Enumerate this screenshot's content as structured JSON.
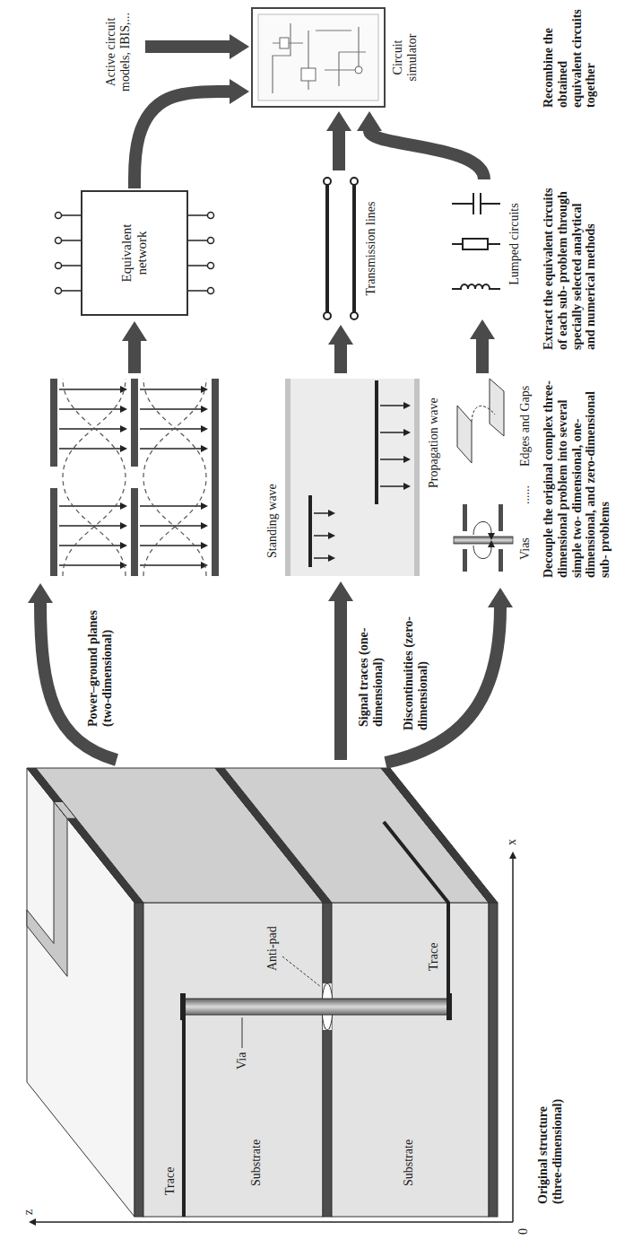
{
  "diagram": {
    "nodes": [
      {
        "text": [
          "Equivalent network"
        ]
      },
      {
        "text": [
          "Circuit simulator"
        ]
      }
    ],
    "edges": [
      {
        "from": 0,
        "to": 1,
        "arrow": "to"
      }
    ],
    "labels": [
      "Via",
      "Anti-pad",
      "Trace",
      "Substrate",
      "Substrate",
      "Trace",
      "z",
      "x",
      "0",
      "Original structure (three-dimensional)",
      "Power–ground planes (two-dimensional)",
      "Signal traces (one-dimensional)",
      "Discontinuities (zero-dimensional)",
      "Standing wave",
      "Propagation wave",
      "Vias",
      "......",
      "Edges and Gaps",
      "Decouple the original complex three-dimensional problem into several simple two- dimensional, one-dimensional, and zero-dimensional sub- problems",
      "Transmission lines",
      "Lumped circuits",
      "Extract the equivalent circuits of each sub- problem through specially selected analytical and numerical methods",
      "Active circuit models, IBIS,...",
      "Recombine the obtained equivalent circuits together"
    ]
  }
}
